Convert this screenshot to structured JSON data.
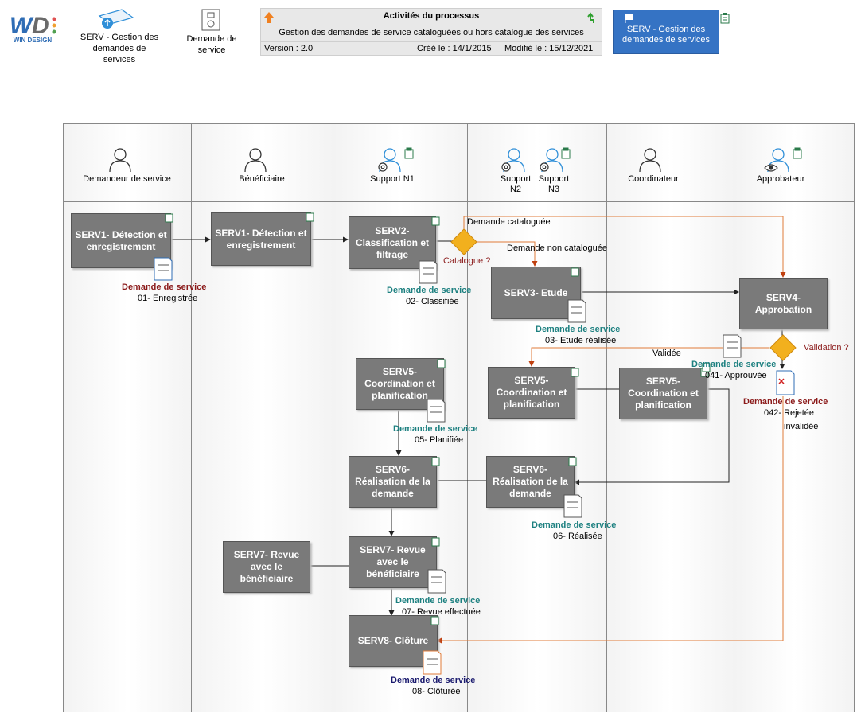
{
  "header": {
    "logo_text": "WIN DESIGN",
    "item1_label": "SERV - Gestion des demandes de services",
    "item2_label": "Demande de service",
    "process": {
      "title": "Activités du processus",
      "subtitle": "Gestion des demandes de service cataloguées ou hors catalogue des services",
      "version": "Version : 2.0",
      "created": "Créé le : 14/1/2015",
      "modified": "Modifié le : 15/12/2021"
    },
    "link_button": "SERV - Gestion des demandes de services"
  },
  "lanes": [
    {
      "name": "Demandeur de service"
    },
    {
      "name": "Bénéficiaire"
    },
    {
      "name": "Support N1"
    },
    {
      "name2a": "Support N2",
      "name2b": "Support N3"
    },
    {
      "name": "Coordinateur"
    },
    {
      "name": "Approbateur"
    }
  ],
  "activities": {
    "a1": "SERV1- Détection et enregistrement",
    "a2": "SERV1- Détection et enregistrement",
    "a3": "SERV2- Classification et filtrage",
    "a4": "SERV3- Etude",
    "a5": "SERV4- Approbation",
    "a6": "SERV5- Coordination et planification",
    "a7": "SERV5- Coordination et planification",
    "a8": "SERV5- Coordination et planification",
    "a9": "SERV6- Réalisation de la demande",
    "a10": "SERV6- Réalisation de la demande",
    "a11": "SERV7- Revue avec le bénéficiaire",
    "a12": "SERV7- Revue avec le bénéficiaire",
    "a13": "SERV8- Clôture"
  },
  "docs": {
    "name": "Demande de service",
    "s01": "01- Enregistrée",
    "s02": "02- Classifiée",
    "s03": "03- Etude réalisée",
    "s041": "041- Approuvée",
    "s042": "042- Rejetée",
    "s05": "05- Planifiée",
    "s06": "06- Réalisée",
    "s07": "07- Revue effectuée",
    "s08": "08- Clôturée"
  },
  "labels": {
    "catalogue_q": "Catalogue ?",
    "cataloguee": "Demande cataloguée",
    "non_cataloguee": "Demande non cataloguée",
    "validation_q": "Validation ?",
    "validee": "Validée",
    "invalidee": "invalidée"
  },
  "colors": {
    "activity": "#7a7a7a",
    "doc_red": "#8b1a1a",
    "doc_teal": "#1d8080",
    "doc_navy": "#1a1a6e",
    "flow_orange": "#e07b39",
    "diamond": "#f2b01e",
    "link_button": "#3573c4"
  }
}
